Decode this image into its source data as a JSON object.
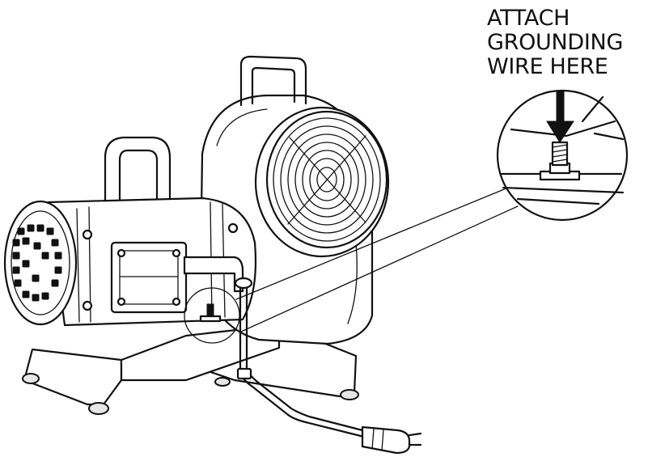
{
  "callout": {
    "lines": [
      "ATTACH",
      "GROUNDING",
      "WIRE HERE"
    ]
  },
  "colors": {
    "line": "#111111",
    "background": "#ffffff"
  }
}
